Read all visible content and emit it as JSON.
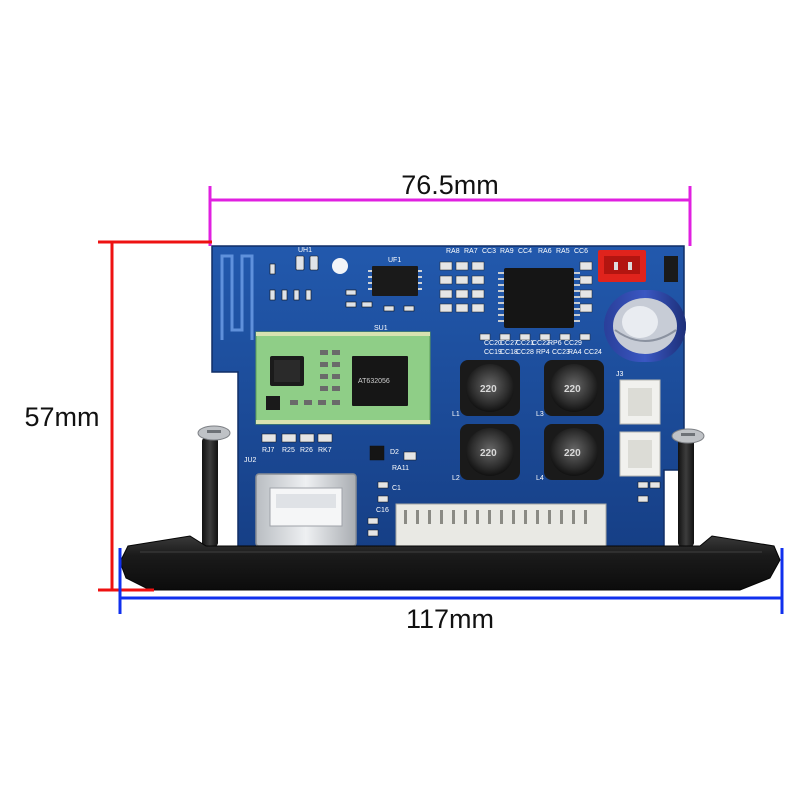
{
  "dimensions": {
    "top_width": "76.5mm",
    "height": "57mm",
    "bottom_width": "117mm"
  },
  "colors": {
    "top_line": "#e020e0",
    "height_line": "#ee1111",
    "bottom_line": "#1030ee",
    "pcb_blue": "#1c4fa0",
    "bezel_black": "#1e1e1e"
  },
  "silkscreen": {
    "uf1": "UF1",
    "uh1": "UH1",
    "su1": "SU1",
    "l1": "L1",
    "l2": "L2",
    "l3": "L3",
    "l4": "L4",
    "j3": "J3",
    "ra11": "RA11",
    "d2": "D2",
    "c1": "C1",
    "c16": "C16",
    "ra8": "RA8",
    "ra7": "RA7",
    "cc3": "CC3",
    "ra9": "RA9",
    "cc4": "CC4",
    "ra6": "RA6",
    "ra5": "RA5",
    "cc6": "CC6",
    "cc20": "CC20",
    "cc27": "CC27",
    "cc21": "CC21",
    "cc22": "CC22",
    "rp6": "RP6",
    "cc29": "CC29",
    "cc19": "CC19",
    "cc18": "CC18",
    "cc28": "CC28",
    "rp4": "RP4",
    "cc23": "CC23",
    "ra4": "RA4",
    "cc24": "CC24",
    "rj7": "RJ7",
    "r25": "R25",
    "r26": "R26",
    "rk7": "RK7",
    "ju2": "JU2",
    "inductor_value": "220",
    "chip_text": "AT632056"
  }
}
